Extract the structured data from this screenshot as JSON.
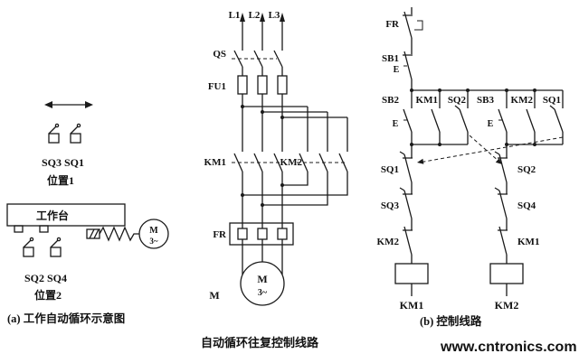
{
  "colors": {
    "ink": "#1a1a1a",
    "watermark": "#00a651"
  },
  "left_panel": {
    "sq_top": "SQ3 SQ1",
    "pos1": "位置1",
    "worktable": "工作台",
    "motor_m": "M",
    "motor_phase": "3~",
    "sq_bottom": "SQ2 SQ4",
    "pos2": "位置2",
    "caption": "(a) 工作自动循环示意图"
  },
  "main_circuit": {
    "phases": [
      "L1",
      "L2",
      "L3"
    ],
    "qs": "QS",
    "fu": "FU1",
    "km1": "KM1",
    "km2": "KM2",
    "fr": "FR",
    "motor_ref": "M",
    "motor_m": "M",
    "motor_phase": "3~"
  },
  "control_circuit": {
    "fr": "FR",
    "sb1": "SB1",
    "actuator": "E",
    "sb2": "SB2",
    "km1_aux": "KM1",
    "sq2_no": "SQ2",
    "sb3": "SB3",
    "km2_aux": "KM2",
    "sq1_no": "SQ1",
    "sq1_nc": "SQ1",
    "sq3": "SQ3",
    "km2_nc": "KM2",
    "sq2_nc": "SQ2",
    "sq4": "SQ4",
    "km1_nc": "KM1",
    "coil_km1": "KM1",
    "coil_km2": "KM2",
    "caption": "(b) 控制线路"
  },
  "footer": {
    "title": "自动循环往复控制线路",
    "watermark": "www.cntronics.com"
  }
}
